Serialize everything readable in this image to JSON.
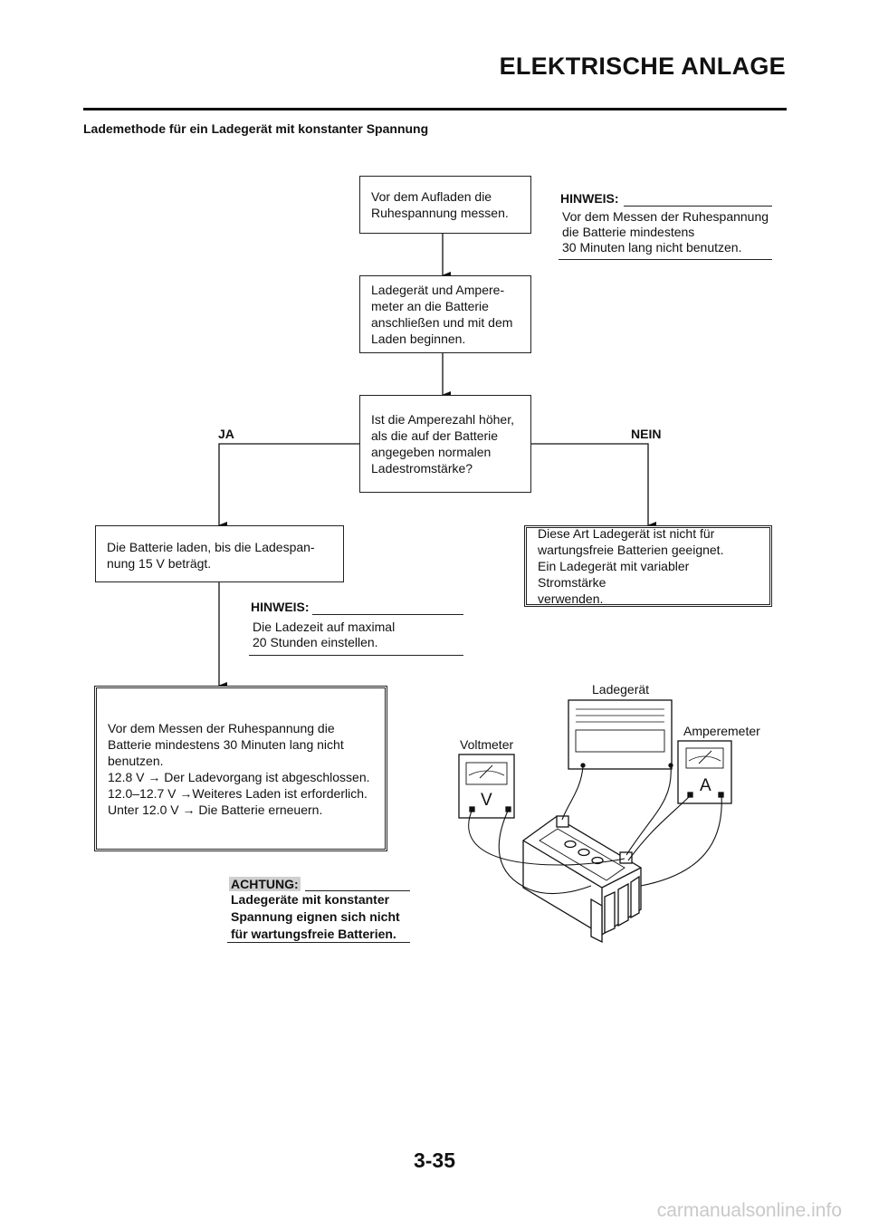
{
  "header": {
    "title": "ELEKTRISCHE ANLAGE",
    "section_title": "Lademethode für ein Ladegerät mit konstanter Spannung"
  },
  "flowchart": {
    "step1": "Vor dem Aufladen die\nRuhespannung messen.",
    "note1": {
      "heading": "HINWEIS:",
      "text": "Vor dem Messen der Ruhespannung\ndie Batterie mindestens\n30 Minuten lang nicht benutzen."
    },
    "step2": "Ladegerät und Ampere-\nmeter an die Batterie\nanschließen und mit dem\nLaden beginnen.",
    "question": "Ist die Amperezahl höher,\nals die auf der Batterie\nangegeben normalen\nLadestromstärke?",
    "yes_label": "JA",
    "no_label": "NEIN",
    "yes_step": "Die Batterie laden, bis die Ladespan-\nnung 15 V beträgt.",
    "no_step": "Diese Art Ladegerät ist nicht für\nwartungsfreie Batterien geeignet.\nEin Ladegerät mit variabler Stromstärke\nverwenden.",
    "note2": {
      "heading": "HINWEIS:",
      "text": "Die Ladezeit auf maximal\n20 Stunden einstellen."
    },
    "final_step": "Vor dem Messen der Ruhespannung die\nBatterie mindestens 30 Minuten lang nicht\nbenutzen.\n12.8 V → Der Ladevorgang ist abgeschlossen.\n12.0–12.7 V →Weiteres Laden ist erforderlich.\nUnter 12.0 V → Die Batterie erneuern."
  },
  "caution": {
    "heading": "ACHTUNG:",
    "text": "Ladegeräte mit konstanter\nSpannung eignen sich nicht\nfür wartungsfreie Batterien."
  },
  "figure": {
    "charger_label": "Ladegerät",
    "voltmeter_label": "Voltmeter",
    "ammeter_label": "Amperemeter",
    "voltmeter_symbol": "V",
    "ammeter_symbol": "A"
  },
  "footer": {
    "page_number": "3-35",
    "watermark": "carmanualsonline.info"
  }
}
